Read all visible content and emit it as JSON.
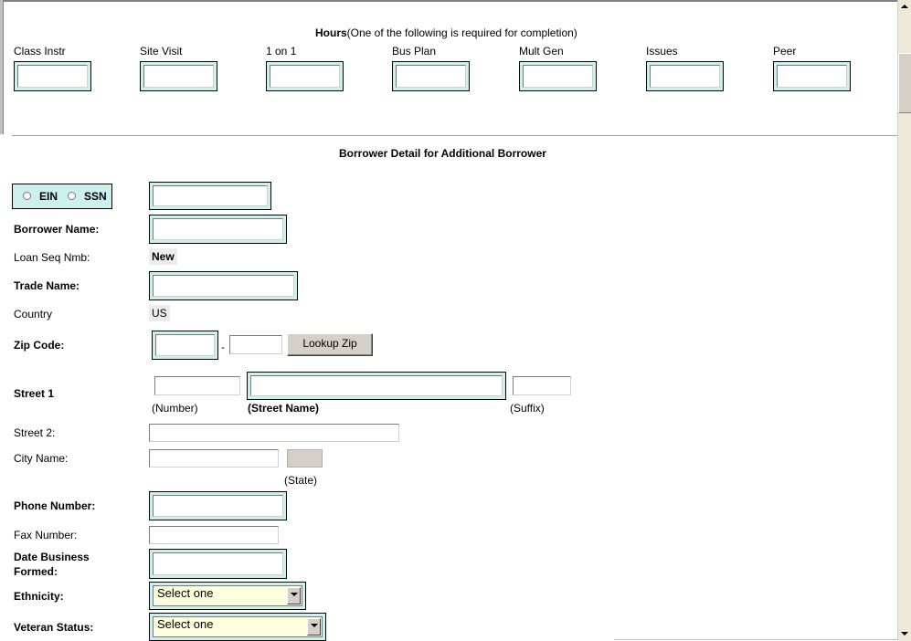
{
  "hours": {
    "title_bold": "Hours",
    "title_rest": "(One of the following is required for completion)",
    "fields": [
      {
        "label": "Class Instr",
        "value": ""
      },
      {
        "label": "Site Visit",
        "value": ""
      },
      {
        "label": "1 on 1",
        "value": ""
      },
      {
        "label": "Bus Plan",
        "value": ""
      },
      {
        "label": "Mult Gen",
        "value": ""
      },
      {
        "label": "Issues",
        "value": ""
      },
      {
        "label": "Peer",
        "value": ""
      }
    ]
  },
  "section": {
    "title": "Borrower Detail for Additional Borrower"
  },
  "id_type": {
    "ein_label": "EIN",
    "ssn_label": "SSN",
    "value": ""
  },
  "borrower_name": {
    "label": "Borrower Name:",
    "value": ""
  },
  "loan_seq": {
    "label": "Loan Seq Nmb:",
    "value": "New"
  },
  "trade_name": {
    "label": "Trade Name:",
    "value": ""
  },
  "country": {
    "label": "Country",
    "value": "US"
  },
  "zip": {
    "label": "Zip Code:",
    "value": "",
    "ext_value": "",
    "separator": "-",
    "lookup_button": "Lookup Zip"
  },
  "street1": {
    "label": "Street 1",
    "number_caption": "(Number)",
    "name_caption": "(Street Name)",
    "suffix_caption": "(Suffix)"
  },
  "street2": {
    "label": "Street 2:"
  },
  "city": {
    "label": "City Name:",
    "state_caption": "(State)"
  },
  "phone": {
    "label": "Phone Number:"
  },
  "fax": {
    "label": "Fax Number:"
  },
  "date_formed": {
    "label_line1": "Date Business",
    "label_line2": "Formed:"
  },
  "ethnicity": {
    "label": "Ethnicity:",
    "selected": "Select one"
  },
  "veteran": {
    "label": "Veteran Status:",
    "selected": "Select one"
  }
}
